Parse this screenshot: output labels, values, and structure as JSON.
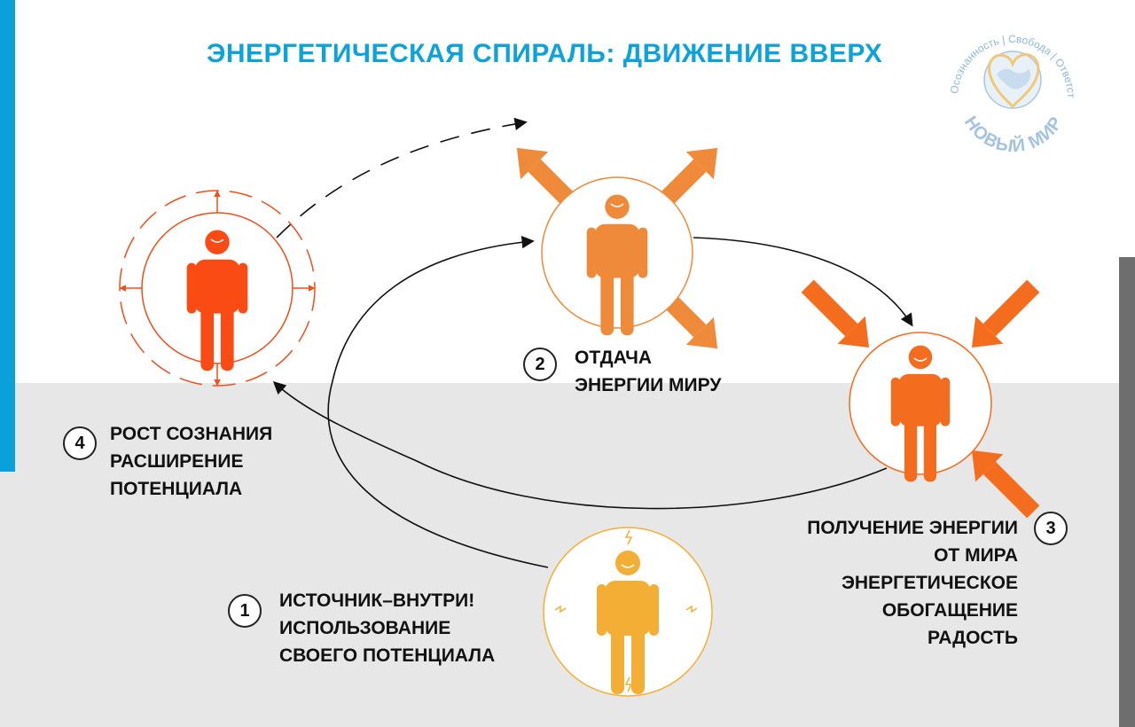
{
  "title": "ЭНЕРГЕТИЧЕСКАЯ СПИРАЛЬ: ДВИЖЕНИЕ ВВЕРХ",
  "logo": {
    "arc_text": "Осознанность | Свобода | Ответственность",
    "brand": "НОВЫЙ МИР",
    "icon": "heart-globe-icon"
  },
  "colors": {
    "title": "#0ea2db",
    "stage4": "#fa4b15",
    "stage2": "#ef8a3a",
    "stage3": "#f46d1f",
    "stage1": "#f3ae36",
    "text": "#111111"
  },
  "stages": [
    {
      "number": "1",
      "lines": [
        "ИСТОЧНИК–ВНУТРИ!",
        "ИСПОЛЬЗОВАНИЕ",
        "СВОЕГО ПОТЕНЦИАЛА"
      ]
    },
    {
      "number": "2",
      "lines": [
        "ОТДАЧА",
        "ЭНЕРГИИ МИРУ"
      ]
    },
    {
      "number": "3",
      "lines": [
        "ПОЛУЧЕНИЕ ЭНЕРГИИ",
        "ОТ МИРА",
        "ЭНЕРГЕТИЧЕСКОЕ",
        "ОБОГАЩЕНИЕ",
        "РАДОСТЬ"
      ]
    },
    {
      "number": "4",
      "lines": [
        "РОСТ СОЗНАНИЯ",
        "РАСШИРЕНИЕ",
        "ПОТЕНЦИАЛА"
      ]
    }
  ]
}
